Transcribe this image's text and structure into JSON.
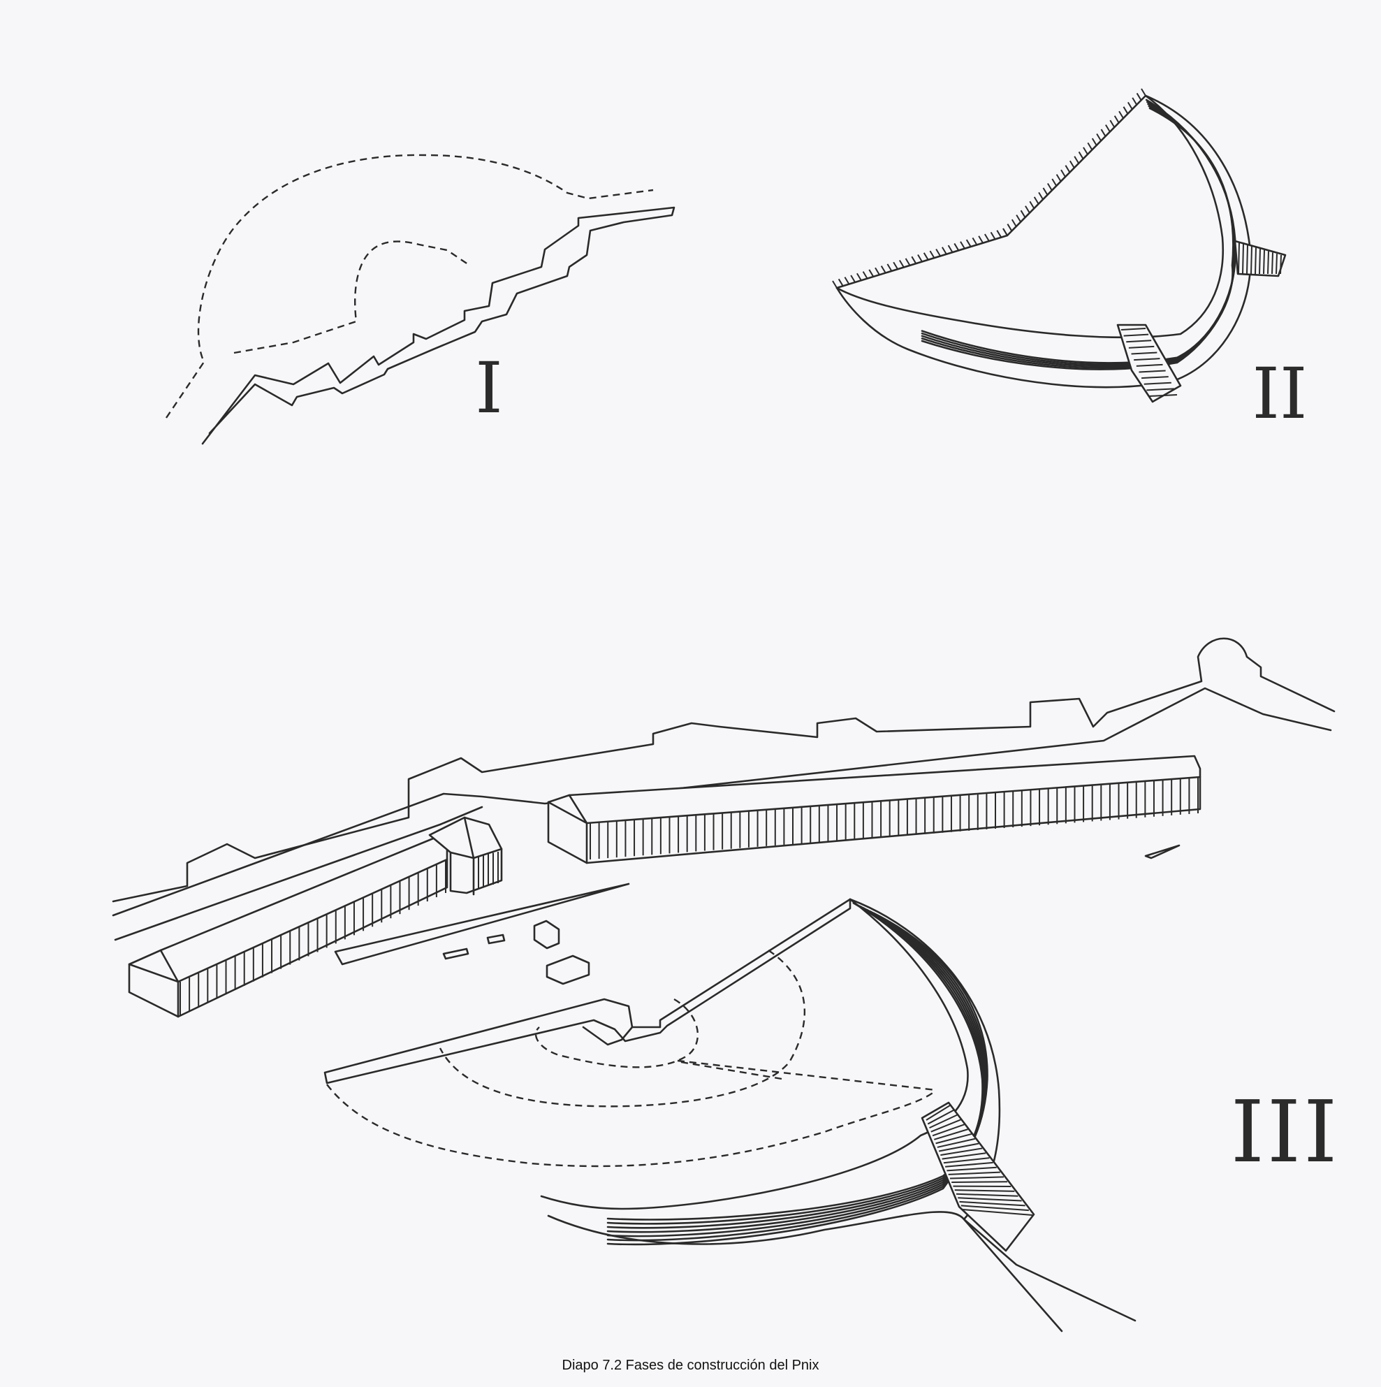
{
  "phase_labels": {
    "phase1": "I",
    "phase2": "II",
    "phase3": "III"
  },
  "caption": "Diapo 7.2 Fases de construcción del Pnix"
}
